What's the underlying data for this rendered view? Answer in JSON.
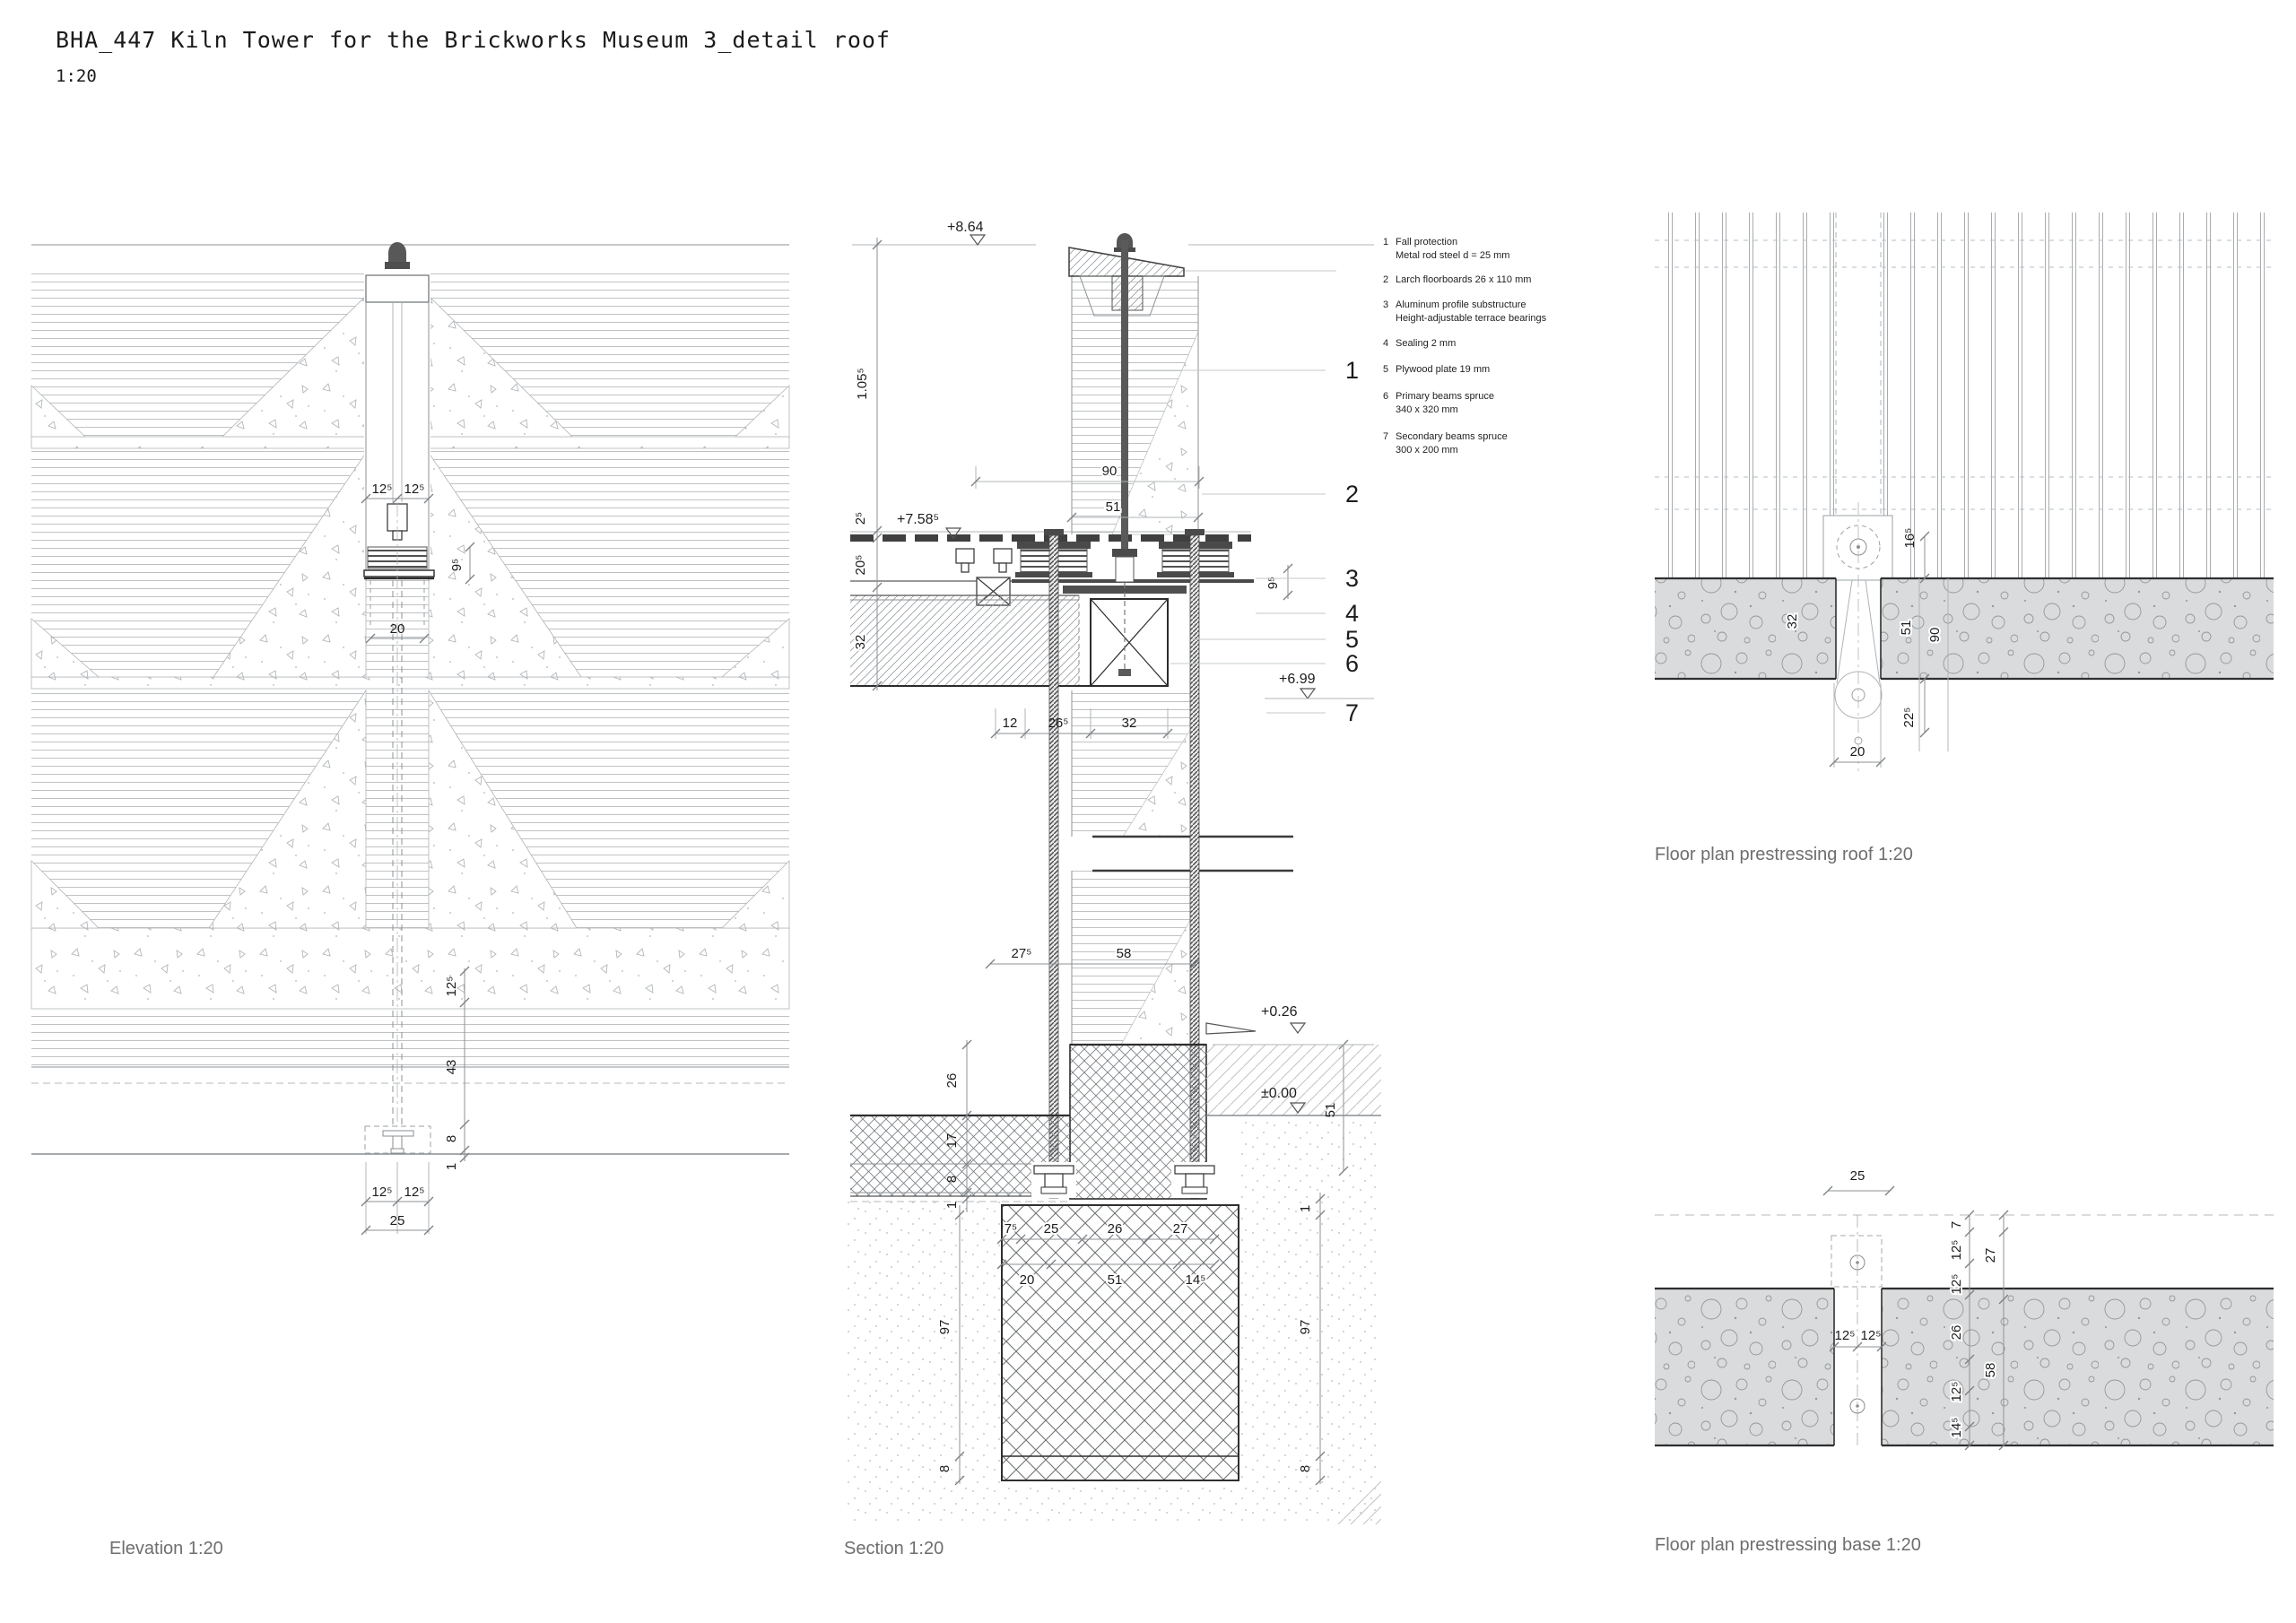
{
  "title": "BHA_447 Kiln Tower for the Brickworks Museum 3_detail roof",
  "scale_label": "1:20",
  "colors": {
    "paper": "#ffffff",
    "heavy_line": "#2c2c2c",
    "light_line": "#b0b4b7",
    "dark_fill": "#4a4a4a",
    "concrete_fill": "#d9dadb",
    "caption_text": "#6e6e6e"
  },
  "legend": {
    "items": [
      {
        "num": "1",
        "line1": "Fall protection",
        "line2": "Metal rod steel d = 25 mm"
      },
      {
        "num": "2",
        "line1": "Larch floorboards 26 x 110 mm",
        "line2": ""
      },
      {
        "num": "3",
        "line1": "Aluminum profile substructure",
        "line2": "Height-adjustable terrace bearings"
      },
      {
        "num": "4",
        "line1": "Sealing 2 mm",
        "line2": ""
      },
      {
        "num": "5",
        "line1": "Plywood plate 19 mm",
        "line2": ""
      },
      {
        "num": "6",
        "line1": "Primary beams spruce",
        "line2": "340 x 320 mm"
      },
      {
        "num": "7",
        "line1": "Secondary beams spruce",
        "line2": "300 x 200 mm"
      }
    ]
  },
  "elevation": {
    "caption": "Elevation 1:20",
    "dims": [
      "12⁵",
      "12⁵",
      "9⁵",
      "20",
      "12⁵",
      "43",
      "8",
      "1",
      "12⁵",
      "12⁵",
      "25"
    ]
  },
  "section": {
    "caption": "Section 1:20",
    "levels": [
      "+8.64",
      "+7.58⁵",
      "+6.99",
      "+0.26",
      "±0.00"
    ],
    "callouts": [
      "1",
      "2",
      "3",
      "4",
      "5",
      "6",
      "7"
    ],
    "dims": [
      "1.05⁵",
      "2⁵",
      "20⁵",
      "32",
      "90",
      "51",
      "9⁵",
      "12",
      "26⁵",
      "32",
      "27⁵",
      "58",
      "26",
      "17",
      "8",
      "1",
      "7⁵",
      "25",
      "26",
      "27",
      "20",
      "51",
      "14⁵",
      "97",
      "8",
      "1",
      "51",
      "97",
      "8"
    ]
  },
  "plan_roof": {
    "caption": "Floor plan prestressing roof 1:20",
    "dims": [
      "16⁵",
      "32",
      "51",
      "90",
      "22⁵",
      "20"
    ]
  },
  "plan_base": {
    "caption": "Floor plan prestressing base 1:20",
    "dims": [
      "25",
      "7",
      "12⁵",
      "27",
      "12⁵",
      "12⁵",
      "12⁵",
      "26",
      "58",
      "12⁵",
      "14⁵"
    ]
  }
}
